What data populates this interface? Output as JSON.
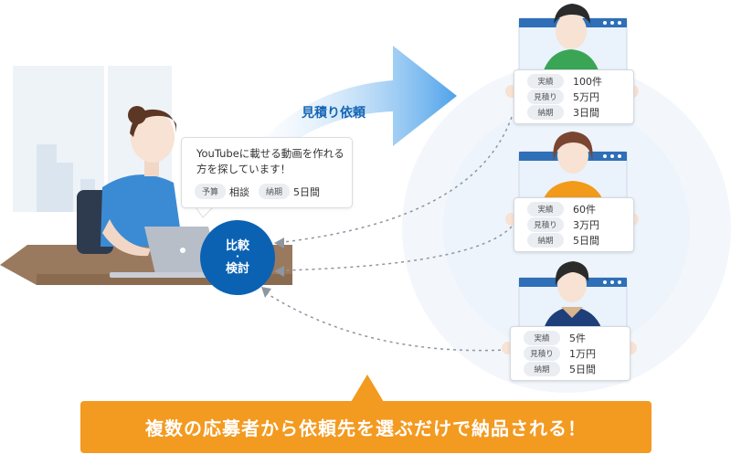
{
  "request": {
    "message": "YouTubeに載せる動画を作れる方を探しています！",
    "budget_label": "予算",
    "budget_value": "相談",
    "deadline_label": "納期",
    "deadline_value": "5日間"
  },
  "arrow_label": "見積り依頼",
  "compare_badge": {
    "line1": "比較",
    "separator": "・",
    "line2": "検討"
  },
  "proposals": [
    {
      "rows": [
        {
          "label": "実績",
          "value": "100件"
        },
        {
          "label": "見積り",
          "value": "5万円"
        },
        {
          "label": "納期",
          "value": "3日間"
        }
      ],
      "shirt_color": "#3aa655"
    },
    {
      "rows": [
        {
          "label": "実績",
          "value": "60件"
        },
        {
          "label": "見積り",
          "value": "3万円"
        },
        {
          "label": "納期",
          "value": "5日間"
        }
      ],
      "shirt_color": "#f29a1a"
    },
    {
      "rows": [
        {
          "label": "実績",
          "value": "5件"
        },
        {
          "label": "見積り",
          "value": "1万円"
        },
        {
          "label": "納期",
          "value": "5日間"
        }
      ],
      "shirt_color": "#1f3f7a"
    }
  ],
  "banner": "複数の応募者から依頼先を選ぶだけで納品される！",
  "colors": {
    "accent_blue": "#0b62b3",
    "banner_orange": "#f39a20",
    "arrow_blue": "#5aa9ec"
  }
}
